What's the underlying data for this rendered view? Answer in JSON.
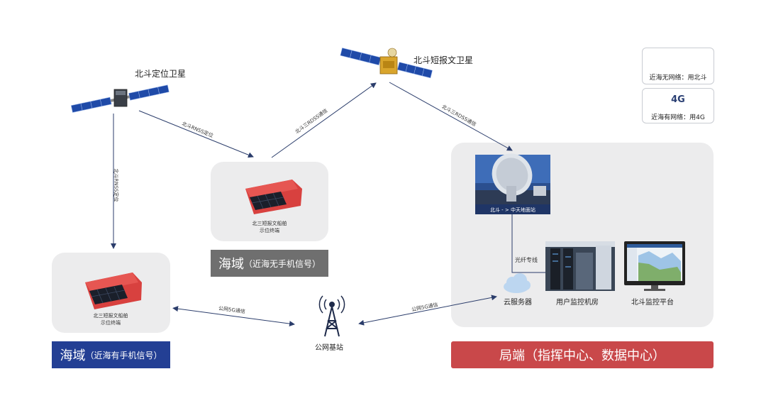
{
  "nodes": {
    "bd_pos_sat": "北斗定位卫星",
    "bd_msg_sat": "北斗短报文卫星",
    "terminal_no_signal": "北三短报文船舶\n示位终端",
    "terminal_with_signal": "北三短报文船舶\n示位终端",
    "ground_station_caption": "北斗 - > 中天地面站",
    "cloud_server": "云服务器",
    "user_room": "用户监控机房",
    "bd_platform": "北斗监控平台",
    "base_station": "公网基站"
  },
  "edges": {
    "pos_to_terminal_top": "北斗RNSS定位",
    "pos_to_terminal_left": "北斗RNSS定位",
    "terminal_to_msg_sat": "北斗三RDSS通信",
    "msg_sat_to_station": "北斗三RDSS通信",
    "terminal_to_base": "公网5G通信",
    "base_to_cloud": "公网5G通信",
    "fiber": "光纤专线"
  },
  "banners": {
    "sea_no_signal_main": "海域",
    "sea_no_signal_sub": "（近海无手机信号）",
    "sea_with_signal_main": "海域",
    "sea_with_signal_sub": "（近海有手机信号）",
    "center": "局端（指挥中心、数据中心）"
  },
  "legend": {
    "bd_caption": "近海无网络：用北斗",
    "g4_icon": "4G",
    "g4_caption": "近海有网络：用4G"
  },
  "colors": {
    "sea_no_signal": "#6f6f6f",
    "sea_with_signal": "#233f94",
    "center": "#c9484a",
    "panel": "#ececed"
  }
}
